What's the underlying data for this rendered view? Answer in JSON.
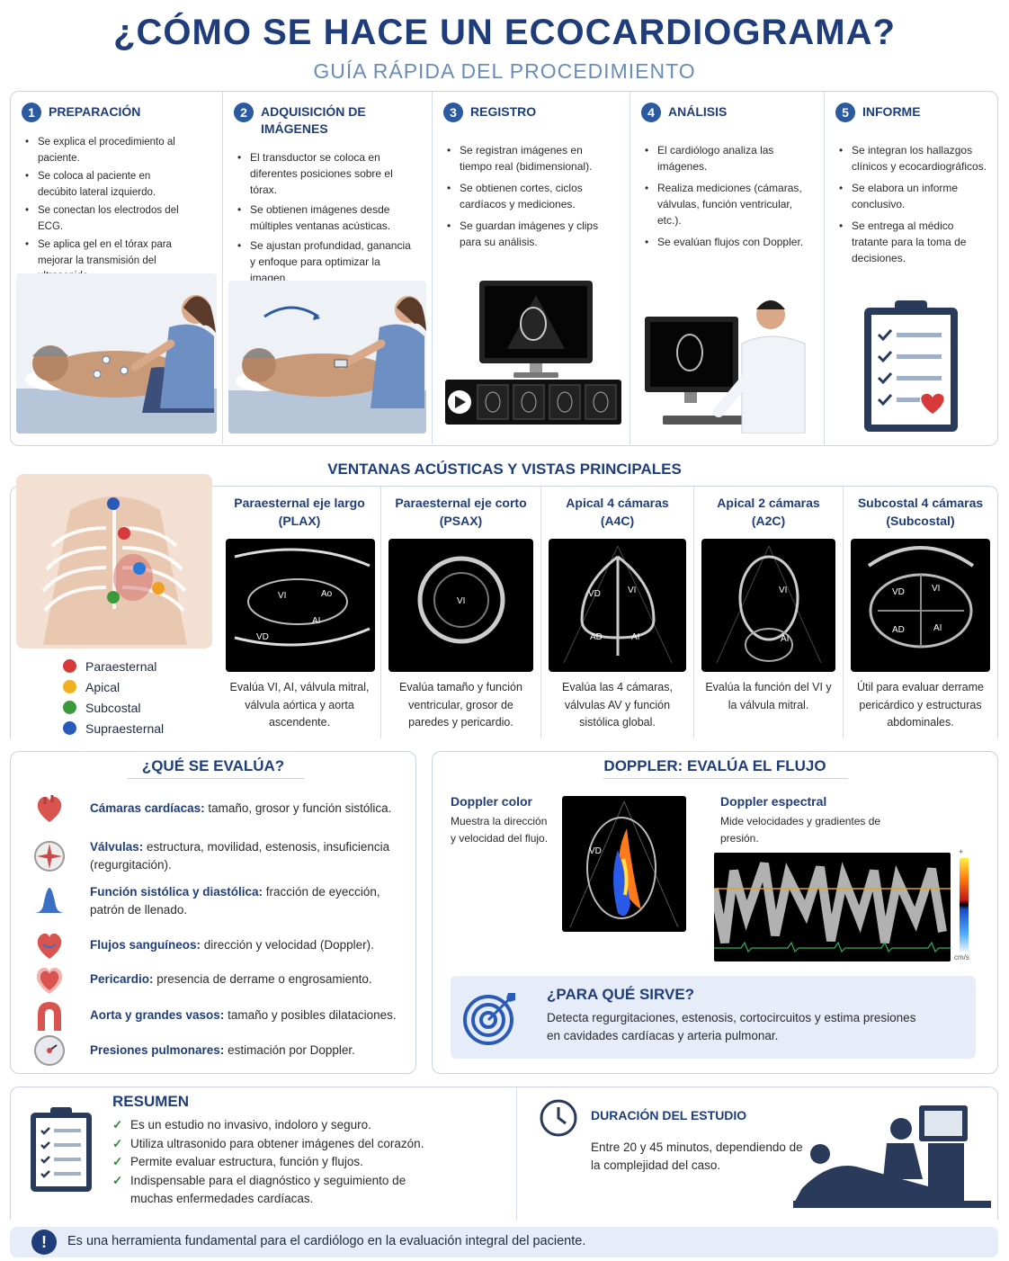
{
  "header": {
    "title": "¿CÓMO SE HACE UN ECOCARDIOGRAMA?",
    "subtitle": "GUÍA RÁPIDA DEL PROCEDIMIENTO"
  },
  "steps": [
    {
      "num": "1",
      "title": "PREPARACIÓN",
      "items": [
        "Se explica el procedimiento al paciente.",
        "Se coloca al paciente en decúbito lateral izquierdo.",
        "Se conectan los electrodos del ECG.",
        "Se aplica gel en el tórax para mejorar la transmisión del ultrasonido."
      ]
    },
    {
      "num": "2",
      "title": "ADQUISICIÓN DE IMÁGENES",
      "items": [
        "El transductor se coloca en diferentes posiciones sobre el tórax.",
        "Se obtienen imágenes desde múltiples ventanas acústicas.",
        "Se ajustan profundidad, ganancia y enfoque para optimizar la imagen."
      ]
    },
    {
      "num": "3",
      "title": "REGISTRO",
      "items": [
        "Se registran imágenes en tiempo real (bidimensional).",
        "Se obtienen cortes, ciclos cardíacos y mediciones.",
        "Se guardan imágenes y clips para su análisis."
      ]
    },
    {
      "num": "4",
      "title": "ANÁLISIS",
      "items": [
        "El cardiólogo analiza las imágenes.",
        "Realiza mediciones (cámaras, válvulas, función ventricular, etc.).",
        "Se evalúan flujos con Doppler."
      ]
    },
    {
      "num": "5",
      "title": "INFORME",
      "items": [
        "Se integran los hallazgos clínicos y ecocardiográficos.",
        "Se elabora un informe conclusivo.",
        "Se entrega al médico tratante para la toma de decisiones."
      ]
    }
  ],
  "views": {
    "title": "VENTANAS ACÚSTICAS Y VISTAS PRINCIPALES",
    "legend": [
      {
        "label": "Paraesternal",
        "color": "#d63a3a"
      },
      {
        "label": "Apical",
        "color": "#f0b020"
      },
      {
        "label": "Subcostal",
        "color": "#3a9a3a"
      },
      {
        "label": "Supraesternal",
        "color": "#2a5ab8"
      }
    ],
    "items": [
      {
        "name": "Paraesternal eje largo",
        "abbr": "(PLAX)",
        "desc": "Evalúa VI, AI, válvula mitral, válvula aórtica y aorta ascendente.",
        "labels": [
          "VI",
          "Ao",
          "AI",
          "VD"
        ]
      },
      {
        "name": "Paraesternal eje corto",
        "abbr": "(PSAX)",
        "desc": "Evalúa tamaño y función ventricular, grosor de paredes y pericardio.",
        "labels": [
          "VI"
        ]
      },
      {
        "name": "Apical 4 cámaras",
        "abbr": "(A4C)",
        "desc": "Evalúa las 4 cámaras, válvulas AV y función sistólica global.",
        "labels": [
          "VD",
          "VI",
          "AD",
          "AI"
        ]
      },
      {
        "name": "Apical 2 cámaras",
        "abbr": "(A2C)",
        "desc": "Evalúa la función del VI y la válvula mitral.",
        "labels": [
          "VI",
          "AI"
        ]
      },
      {
        "name": "Subcostal 4 cámaras",
        "abbr": "(Subcostal)",
        "desc": "Útil para evaluar derrame pericárdico y estructuras abdominales.",
        "labels": [
          "VD",
          "VI",
          "AD",
          "AI"
        ]
      }
    ]
  },
  "evaluate": {
    "title": "¿QUÉ SE EVALÚA?",
    "items": [
      {
        "bold": "Cámaras cardíacas:",
        "text": " tamaño, grosor y función sistólica.",
        "icon": "heart-icon"
      },
      {
        "bold": "Válvulas:",
        "text": " estructura, movilidad, estenosis, insuficiencia (regurgitación).",
        "icon": "valve-icon"
      },
      {
        "bold": "Función sistólica y diastólica:",
        "text": " fracción de eyección, patrón de llenado.",
        "icon": "waveform-icon"
      },
      {
        "bold": "Flujos sanguíneos:",
        "text": " dirección y velocidad (Doppler).",
        "icon": "heart-flow-icon"
      },
      {
        "bold": "Pericardio:",
        "text": " presencia de derrame o engrosamiento.",
        "icon": "pericardium-icon"
      },
      {
        "bold": "Aorta y grandes vasos:",
        "text": " tamaño y posibles dilataciones.",
        "icon": "aorta-icon"
      },
      {
        "bold": "Presiones pulmonares:",
        "text": " estimación por Doppler.",
        "icon": "gauge-icon"
      }
    ]
  },
  "doppler": {
    "title": "DOPPLER: EVALÚA EL FLUJO",
    "color_title": "Doppler color",
    "color_desc": "Muestra la dirección y velocidad del flujo.",
    "spectral_title": "Doppler espectral",
    "spectral_desc": "Mide velocidades y gradientes de presión.",
    "image_label": "VD",
    "scale_top": "+",
    "scale_bottom": "cm/s",
    "purpose_title": "¿PARA QUÉ SIRVE?",
    "purpose_text": "Detecta regurgitaciones, estenosis, cortocircuitos y estima presiones en cavidades cardíacas y arteria pulmonar."
  },
  "summary": {
    "title": "RESUMEN",
    "items": [
      "Es un estudio no invasivo, indoloro y seguro.",
      "Utiliza ultrasonido para obtener imágenes del corazón.",
      "Permite evaluar estructura, función y flujos.",
      "Indispensable para el diagnóstico y seguimiento de muchas enfermedades cardíacas."
    ]
  },
  "duration": {
    "title": "DURACIÓN DEL ESTUDIO",
    "text": "Entre 20 y 45 minutos, dependiendo de la complejidad del caso."
  },
  "footer": {
    "icon": "!",
    "text": "Es una herramienta fundamental para el cardiólogo en la evaluación integral del paciente."
  }
}
